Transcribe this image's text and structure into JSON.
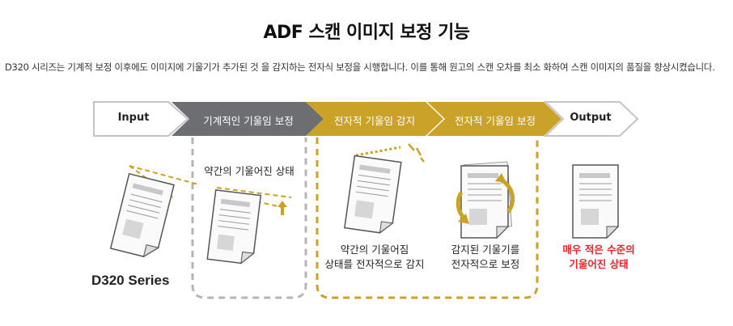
{
  "title": "ADF 스캔 이미지 보정 기능",
  "description": "D320 시리즈는 기계적 보정 이후에도 이미지에 기울기가 추가된 것 을 감지하는 전자식 보정을 시행합니다. 이를 통해 원고의 스캔 오차를 최소 화하여 스캔 이미지의 품질을 향상시켰습니다.",
  "steps": [
    {
      "label": "Input"
    },
    {
      "label": "기계적인 기울임 보정"
    },
    {
      "label": "전자적 기울임 감지"
    },
    {
      "label": "전자적 기울임 보정"
    },
    {
      "label": "Output"
    }
  ],
  "captions": {
    "series": "D320 Series",
    "mechanical": "약간의 기울어진 상태",
    "detect_line1": "약간의 기울어짐",
    "detect_line2": "상태를 전자적으로 감지",
    "correct_line1": "감지된 기울기를",
    "correct_line2": "전자적으로 보정",
    "output_line1": "매우 적은 수준의",
    "output_line2": "기울어진 상태"
  },
  "colors": {
    "gray_step": "#6d6e71",
    "gold_step": "#c9a227",
    "outline": "#bfbfbf",
    "accent_red": "#e8232a"
  }
}
